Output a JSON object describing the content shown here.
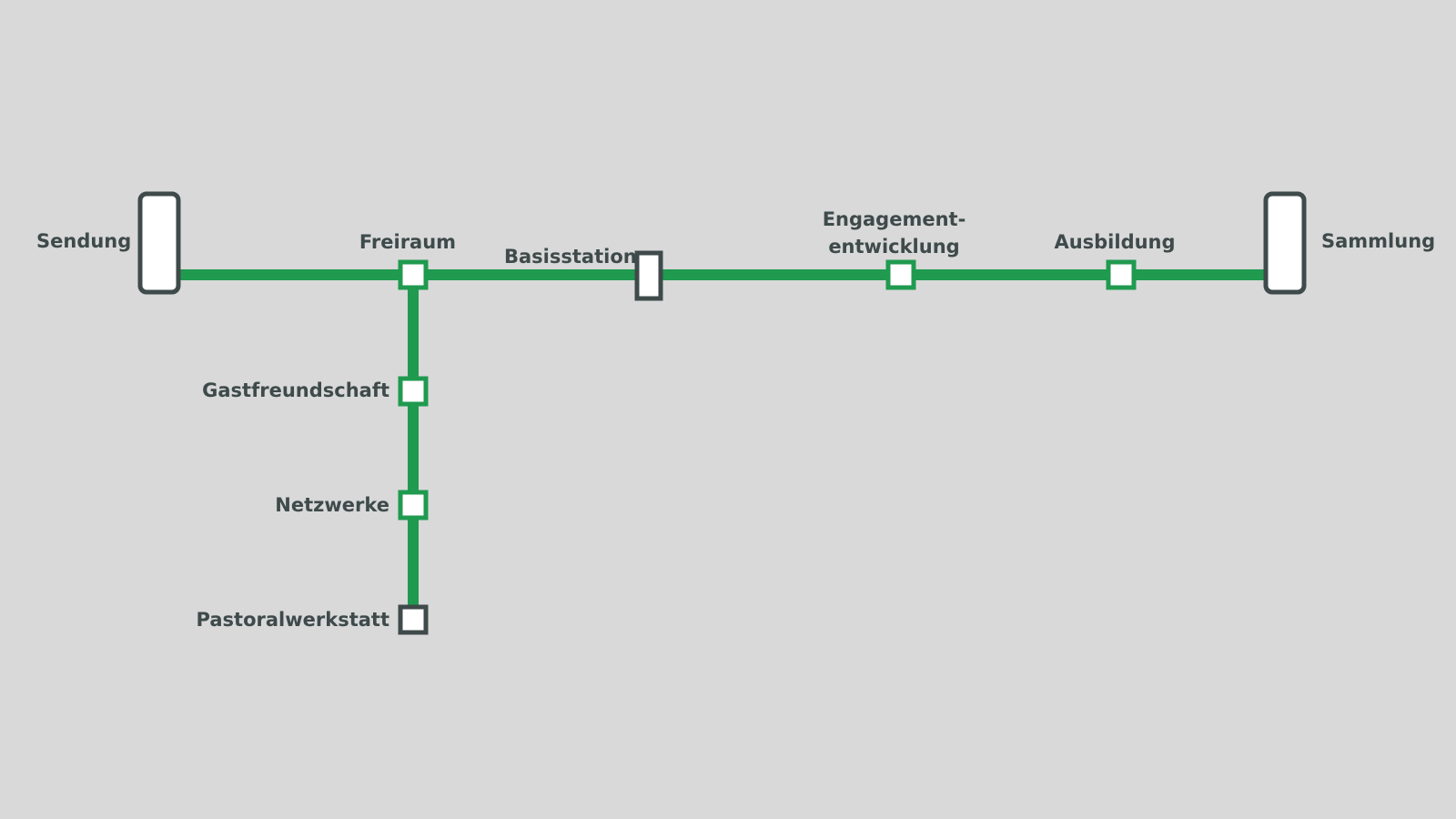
{
  "colors": {
    "background": "#d9d9d9",
    "line": "#1f9a4f",
    "terminal_border": "#3f4a4a",
    "station_fill": "#ffffff",
    "label": "#3f4a4a"
  },
  "stations": {
    "sendung": "Sendung",
    "freiraum": "Freiraum",
    "basisstation": "Basisstation",
    "engagement_line1": "Engagement-",
    "engagement_line2": "entwicklung",
    "ausbildung": "Ausbildung",
    "sammlung": "Sammlung",
    "gastfreundschaft": "Gastfreundschaft",
    "netzwerke": "Netzwerke",
    "pastoralwerkstatt": "Pastoralwerkstatt"
  }
}
